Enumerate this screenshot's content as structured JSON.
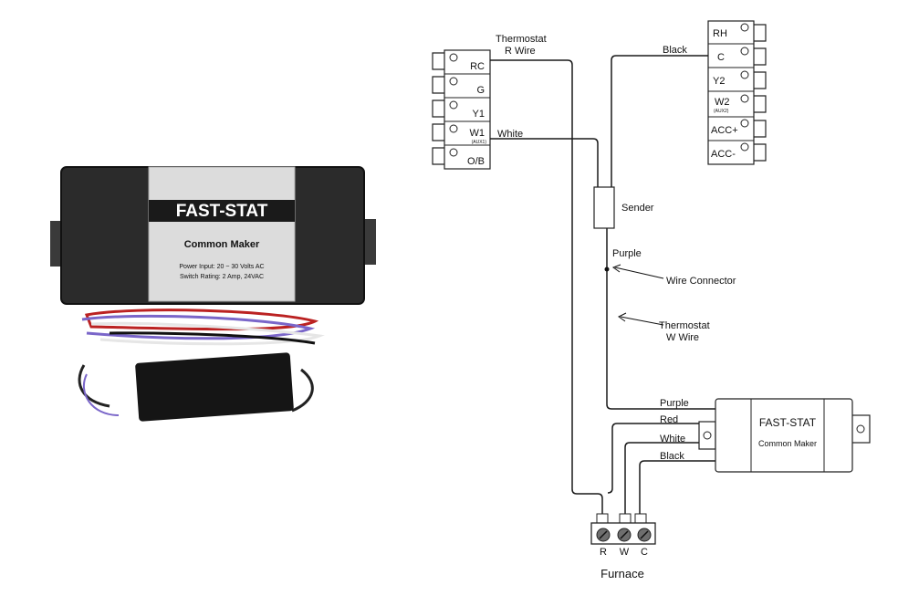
{
  "product": {
    "brand": "FAST-STAT",
    "model": "Common Maker",
    "spec_power": "Power Input: 20 ~ 30 Volts AC",
    "spec_switch": "Switch Rating: 2 Amp, 24VAC"
  },
  "thermostat_block": {
    "terminals": [
      "RC",
      "G",
      "Y1",
      "W1",
      "O/B"
    ],
    "w1_sub": "(AUX1)"
  },
  "right_block": {
    "terminals": [
      "RH",
      "C",
      "Y2",
      "W2",
      "ACC+",
      "ACC-"
    ],
    "w2_sub": "(AUX2)"
  },
  "labels": {
    "thermostat_r_line1": "Thermostat",
    "thermostat_r_line2": "R  Wire",
    "white": "White",
    "black_top": "Black",
    "sender": "Sender",
    "purple": "Purple",
    "wire_connector": "Wire Connector",
    "thermostat_w_line1": "Thermostat",
    "thermostat_w_line2": "W  Wire",
    "purple_lower": "Purple",
    "red": "Red",
    "white_lower": "White",
    "black_lower": "Black"
  },
  "module": {
    "title": "FAST-STAT",
    "subtitle": "Common Maker"
  },
  "furnace": {
    "terminals": [
      "R",
      "W",
      "C"
    ],
    "label": "Furnace"
  }
}
